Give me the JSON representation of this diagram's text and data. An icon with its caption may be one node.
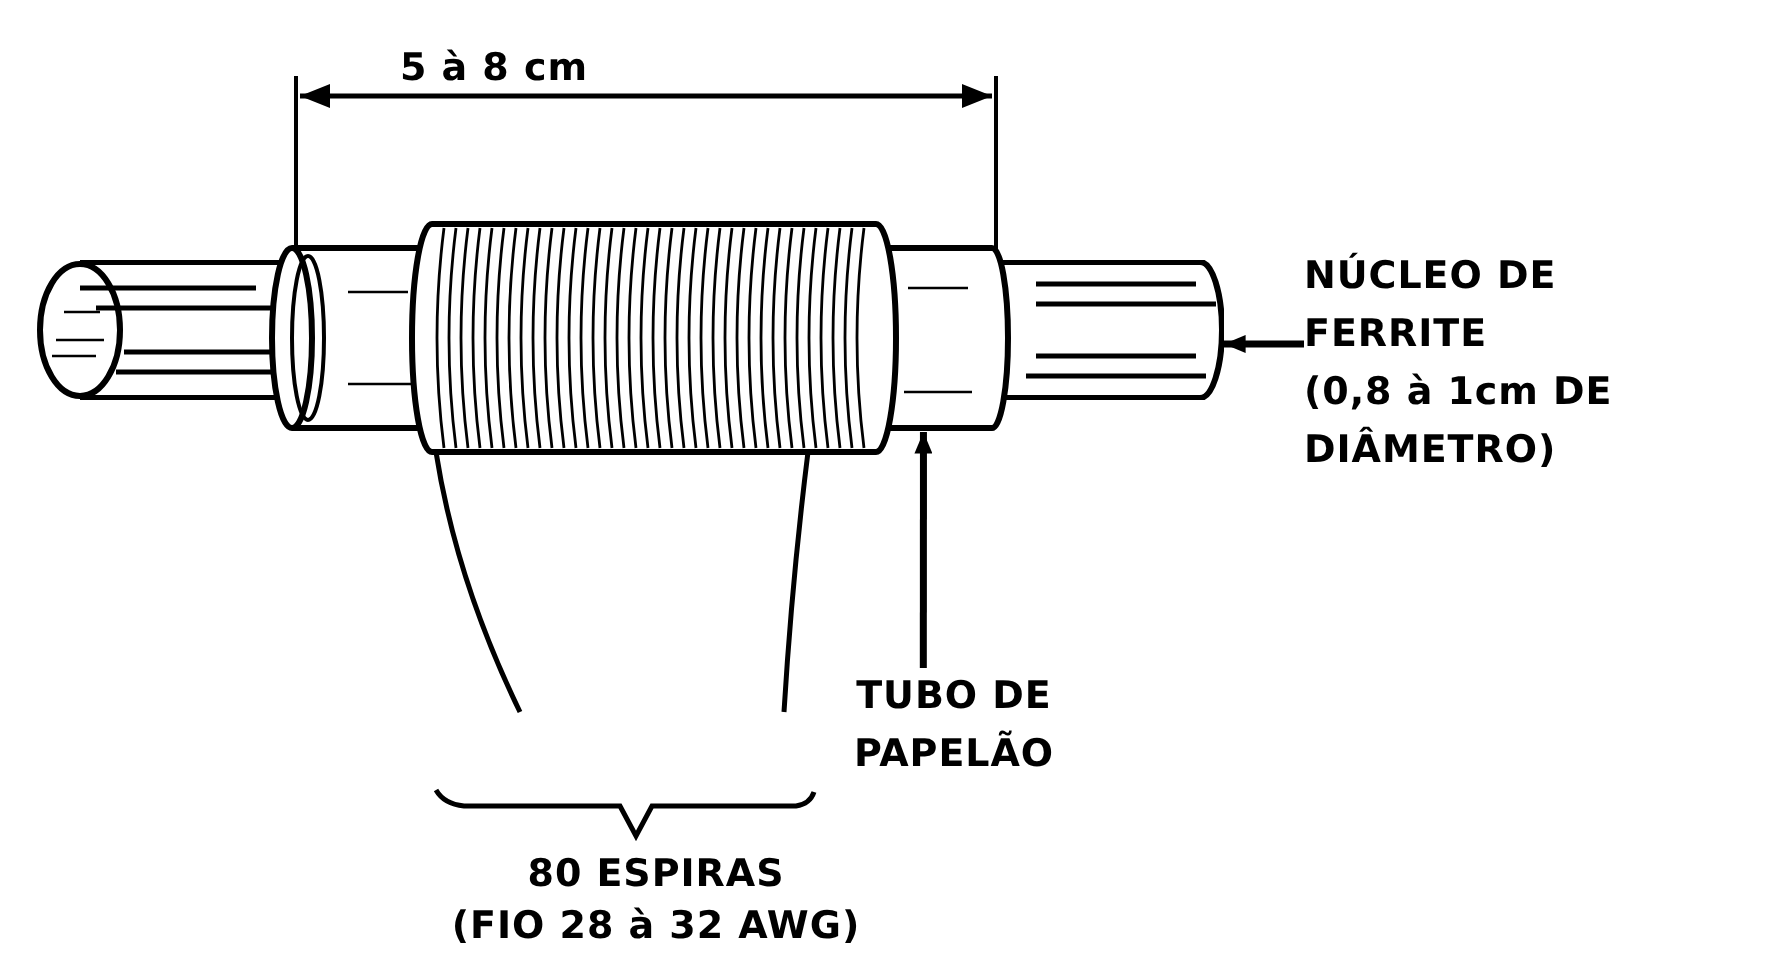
{
  "diagram": {
    "nodes": [
      {
        "text": [],
        "shape": "cylinder"
      },
      {
        "text": [],
        "shape": "cylinder"
      },
      {
        "text": [
          "NÚCLEO DE FERRITE",
          "(0,8 à 1cm DE DIÂMETRO)"
        ]
      },
      {
        "text": [
          "TUBO DE PAPELÃO"
        ]
      }
    ],
    "edges": [
      {
        "from": 2,
        "to": 0,
        "arrow": "to"
      },
      {
        "from": 3,
        "to": 1,
        "arrow": "to"
      }
    ],
    "labels": [
      "5 à 8 cm",
      "80 ESPIRAS",
      "(FIO 28 à 32 AWG)"
    ]
  }
}
